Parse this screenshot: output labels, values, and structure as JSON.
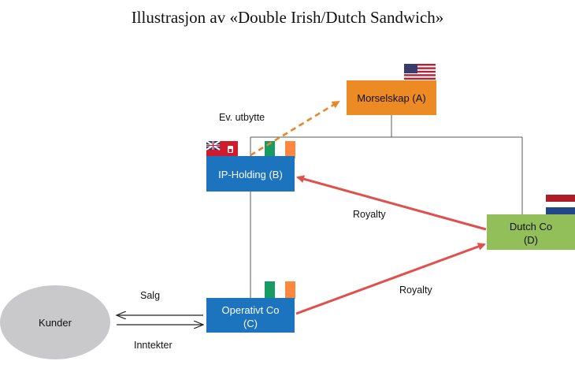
{
  "title": "Illustrasjon av «Double Irish/Dutch Sandwich»",
  "colors": {
    "orange": "#ec8a23",
    "blue": "#1c73be",
    "green": "#92bf59",
    "ellipse": "#c9c9cb",
    "royalty_arrow": "#e0504c",
    "dividend_arrow": "#e8862a",
    "connector": "#5a5a5a"
  },
  "nodes": {
    "parent": {
      "label": "Morselskap (A)",
      "flag": "usa-flag-icon"
    },
    "ip_holding": {
      "label": "IP-Holding (B)",
      "flags": [
        "bermuda-flag-icon",
        "ireland-flag-icon"
      ]
    },
    "dutch": {
      "label_line1": "Dutch Co",
      "label_line2": "(D)",
      "flag": "netherlands-flag-icon"
    },
    "operating": {
      "label_line1": "Operativt Co",
      "label_line2": "(C)",
      "flag": "ireland-flag-icon"
    },
    "customers": {
      "label": "Kunder"
    }
  },
  "edges": {
    "dividend_label": "Ev. utbytte",
    "royalty_top_label": "Royalty",
    "royalty_bottom_label": "Royalty",
    "sales_label": "Salg",
    "income_label": "Inntekter"
  }
}
